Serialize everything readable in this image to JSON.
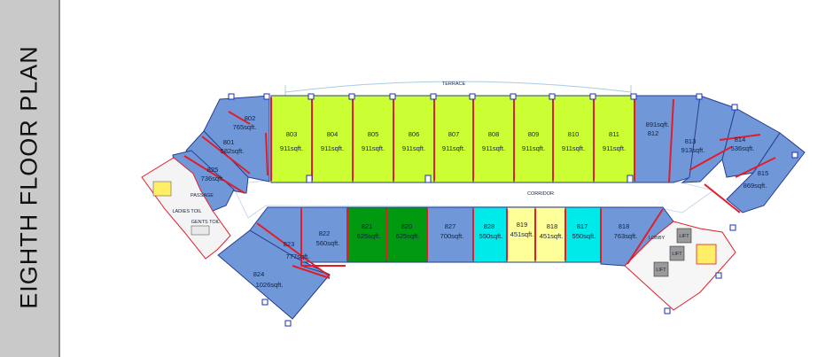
{
  "page_title": "EIGHTH FLOOR PLAN",
  "labels": {
    "terrace": "TERRACE",
    "corridor": "CORRIDOR",
    "lobby": "LOBBY",
    "lift": "LIFT",
    "ladies_toilet": "LADIES TOIL",
    "gents_toilet": "GENTS TOIL",
    "passage": "PASSAGE"
  },
  "colors": {
    "office": "#7098d8",
    "terrace_unit": "#ccff33",
    "green_unit": "#009910",
    "cyan_unit": "#00eaea",
    "yellow_unit": "#ffff99",
    "wall": "#e11d2b",
    "sidebar": "#c9c9c9"
  },
  "units": {
    "u802": {
      "num": "802",
      "area": "765sqft."
    },
    "u801": {
      "num": "801",
      "area": "582sqft."
    },
    "u825": {
      "num": "825",
      "area": "736sqft."
    },
    "u803": {
      "num": "803",
      "area": "911sqft."
    },
    "u804": {
      "num": "804",
      "area": "911sqft."
    },
    "u805": {
      "num": "805",
      "area": "911sqft."
    },
    "u806": {
      "num": "806",
      "area": "911sqft."
    },
    "u807": {
      "num": "807",
      "area": "911sqft."
    },
    "u808": {
      "num": "808",
      "area": "911sqft."
    },
    "u809": {
      "num": "809",
      "area": "911sqft."
    },
    "u810": {
      "num": "810",
      "area": "911sqft."
    },
    "u811": {
      "num": "811",
      "area": "911sqft."
    },
    "u812": {
      "num": "812",
      "area": "891sqft."
    },
    "u813": {
      "num": "813",
      "area": "913sqft."
    },
    "u814": {
      "num": "814",
      "area": "536sqft."
    },
    "u815": {
      "num": "815",
      "area": "869sqft."
    },
    "u824": {
      "num": "824",
      "area": "1026sqft."
    },
    "u823": {
      "num": "823",
      "area": "777sqft."
    },
    "u822": {
      "num": "822",
      "area": "560sqft."
    },
    "u821": {
      "num": "821",
      "area": "625sqft."
    },
    "u820": {
      "num": "820",
      "area": "625sqft."
    },
    "u827": {
      "num": "827",
      "area": "700sqft."
    },
    "u828": {
      "num": "828",
      "area": "550sqft."
    },
    "u819": {
      "num": "819",
      "area": "451sqft."
    },
    "u818b": {
      "num": "818",
      "area": "451sqft."
    },
    "u817": {
      "num": "817",
      "area": "550sqft."
    },
    "u818": {
      "num": "818",
      "area": "763sqft."
    }
  }
}
